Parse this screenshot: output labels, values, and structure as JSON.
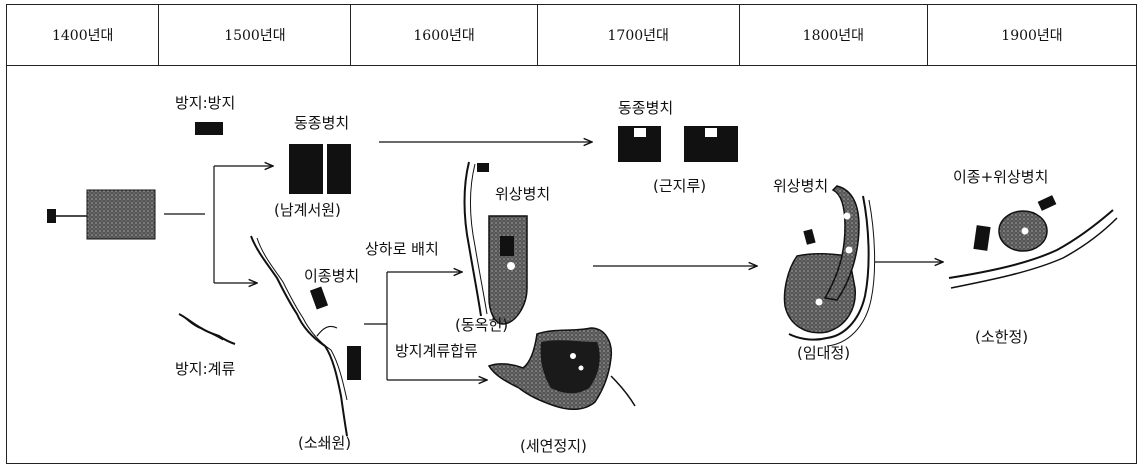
{
  "timeline": [
    "1400년대",
    "1500년대",
    "1600년대",
    "1700년대",
    "1800년대",
    "1900년대"
  ],
  "labels": {
    "bangji_bangji": "방지:방지",
    "bangji_gyeryu": "방지:계류",
    "dongjong_1": "동종병치",
    "dongjong_2": "동종병치",
    "ijong": "이종병치",
    "sangha": "상하로 배치",
    "wisang_1": "위상병치",
    "wisang_2": "위상병치",
    "hapryu": "방지계류합류",
    "ijong_wisang": "이종+위상병치"
  },
  "captions": {
    "namgye": "(남계서원)",
    "geunji": "(근지루)",
    "soswae": "(소쇄원)",
    "dongok": "(동옥헌)",
    "seyeon": "(세연정지)",
    "imdae": "(임대정)",
    "sohan": "(소한정)"
  }
}
